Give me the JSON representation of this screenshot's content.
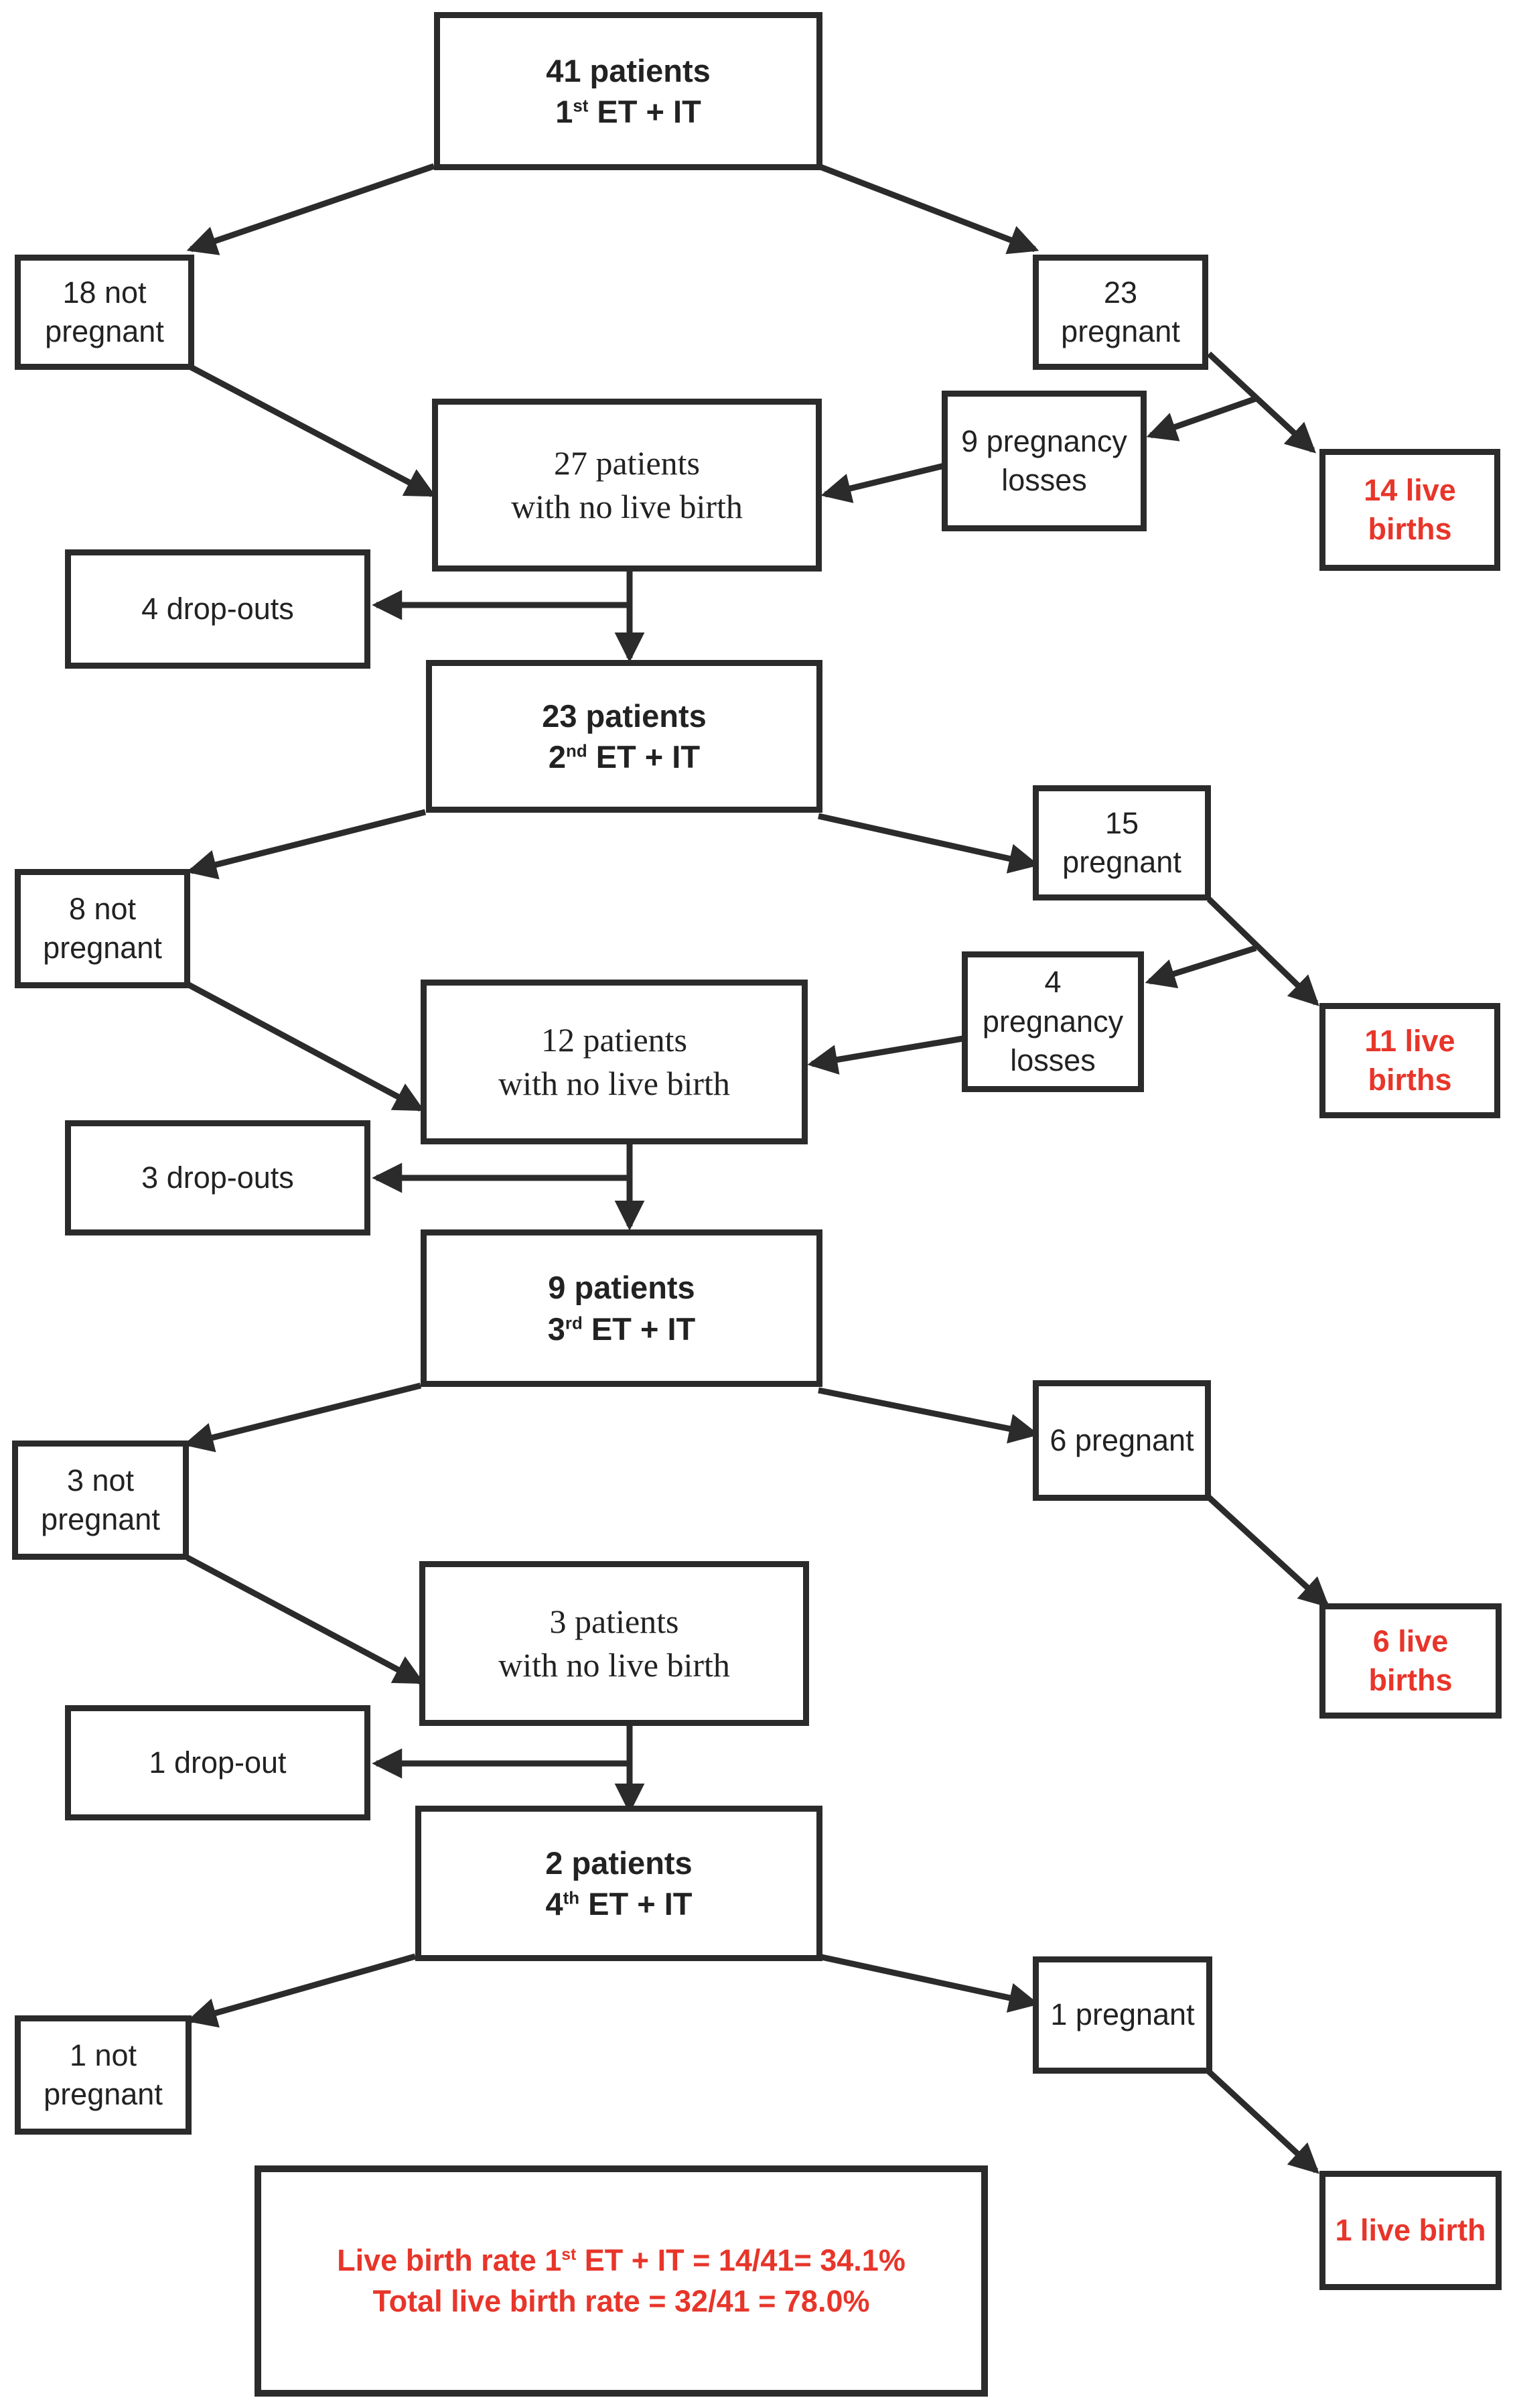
{
  "colors": {
    "line": "#2b2b2b",
    "highlight": "#e8352a"
  },
  "round1": {
    "main": {
      "count": "41 patients",
      "ord": "1",
      "sup": "st",
      "treat": "ET + IT"
    },
    "not_pregnant": [
      "18 not",
      "pregnant"
    ],
    "pregnant": [
      "23",
      "pregnant"
    ],
    "losses": [
      "9 pregnancy",
      "losses"
    ],
    "live": [
      "14 live",
      "births"
    ],
    "no_live": [
      "27 patients",
      "with no live birth"
    ],
    "dropouts": "4 drop-outs"
  },
  "round2": {
    "main": {
      "count": "23 patients",
      "ord": "2",
      "sup": "nd",
      "treat": "ET + IT"
    },
    "not_pregnant": [
      "8 not",
      "pregnant"
    ],
    "pregnant": [
      "15",
      "pregnant"
    ],
    "losses": [
      "4",
      "pregnancy",
      "losses"
    ],
    "live": [
      "11 live",
      "births"
    ],
    "no_live": [
      "12 patients",
      "with no live birth"
    ],
    "dropouts": "3 drop-outs"
  },
  "round3": {
    "main": {
      "count": "9 patients",
      "ord": "3",
      "sup": "rd",
      "treat": "ET + IT"
    },
    "not_pregnant": [
      "3 not",
      "pregnant"
    ],
    "pregnant": "6 pregnant",
    "live": [
      "6 live",
      "births"
    ],
    "no_live": [
      "3 patients",
      "with no live birth"
    ],
    "dropouts": "1 drop-out"
  },
  "round4": {
    "main": {
      "count": "2 patients",
      "ord": "4",
      "sup": "th",
      "treat": "ET + IT"
    },
    "not_pregnant": [
      "1 not",
      "pregnant"
    ],
    "pregnant": "1 pregnant",
    "live": "1 live birth"
  },
  "summary": {
    "line1_pre": "Live birth rate 1",
    "line1_sup": "st",
    "line1_post": " ET + IT = 14/41= 34.1%",
    "line2": "Total live birth rate = 32/41 = 78.0%"
  }
}
